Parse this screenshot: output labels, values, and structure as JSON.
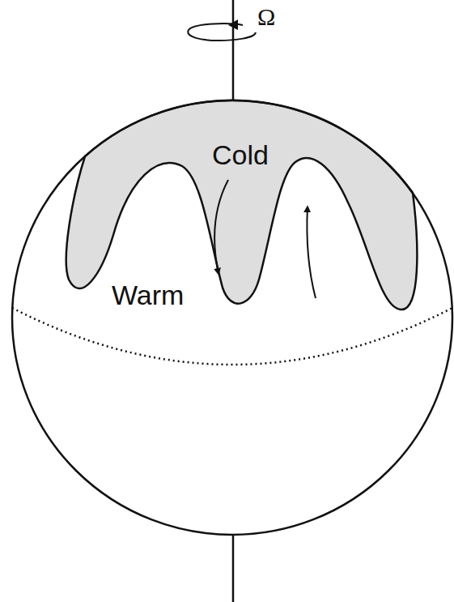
{
  "diagram": {
    "labels": [
      "Ω",
      "Cold",
      "Warm"
    ]
  }
}
